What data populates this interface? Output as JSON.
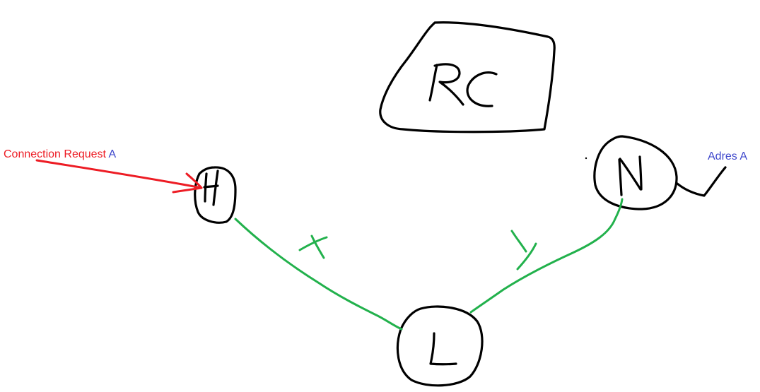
{
  "labels": {
    "connection_request": "Connection Request",
    "connection_request_suffix": "A",
    "address": "Adres A"
  },
  "nodes": {
    "rc": "Rc",
    "h": "H",
    "l": "L",
    "n": "N"
  },
  "links": {
    "h_l": "X",
    "l_n": "Y"
  },
  "colors": {
    "ink": "#000000",
    "link": "#22b14c",
    "request": "#ed1c24",
    "address": "#3f48cc"
  }
}
